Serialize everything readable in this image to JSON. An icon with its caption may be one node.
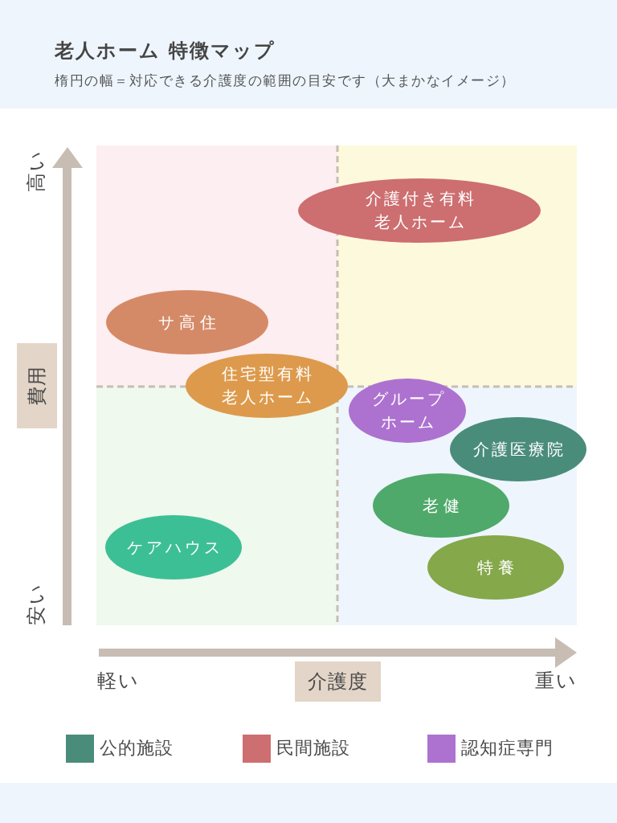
{
  "diagram": {
    "title": "老人ホーム 特徴マップ",
    "caption": "楕円の幅＝対応できる介護度の範囲の目安です（大まかなイメージ）",
    "nodes": [
      {
        "text": [
          "介護付き有料老人ホーム"
        ]
      },
      {
        "text": [
          "サ高住"
        ]
      },
      {
        "text": [
          "費用"
        ]
      },
      {
        "text": [
          "住宅型有料老人ホーム"
        ]
      },
      {
        "text": [
          "グループホーム"
        ]
      },
      {
        "text": [
          "介護医療院"
        ]
      },
      {
        "text": [
          "老健"
        ]
      },
      {
        "text": [
          "ケアハウス"
        ]
      },
      {
        "text": [
          "特養"
        ]
      },
      {
        "text": [
          "介護度"
        ]
      }
    ],
    "labels": [
      "高い",
      "安い",
      "軽い",
      "重い"
    ],
    "legend": [
      {
        "text": "公的施設",
        "color": "#4a8c7a"
      },
      {
        "text": "民間施設",
        "color": "#cd6e70"
      },
      {
        "text": "認知症専門",
        "color": "#ad72cf"
      }
    ]
  }
}
